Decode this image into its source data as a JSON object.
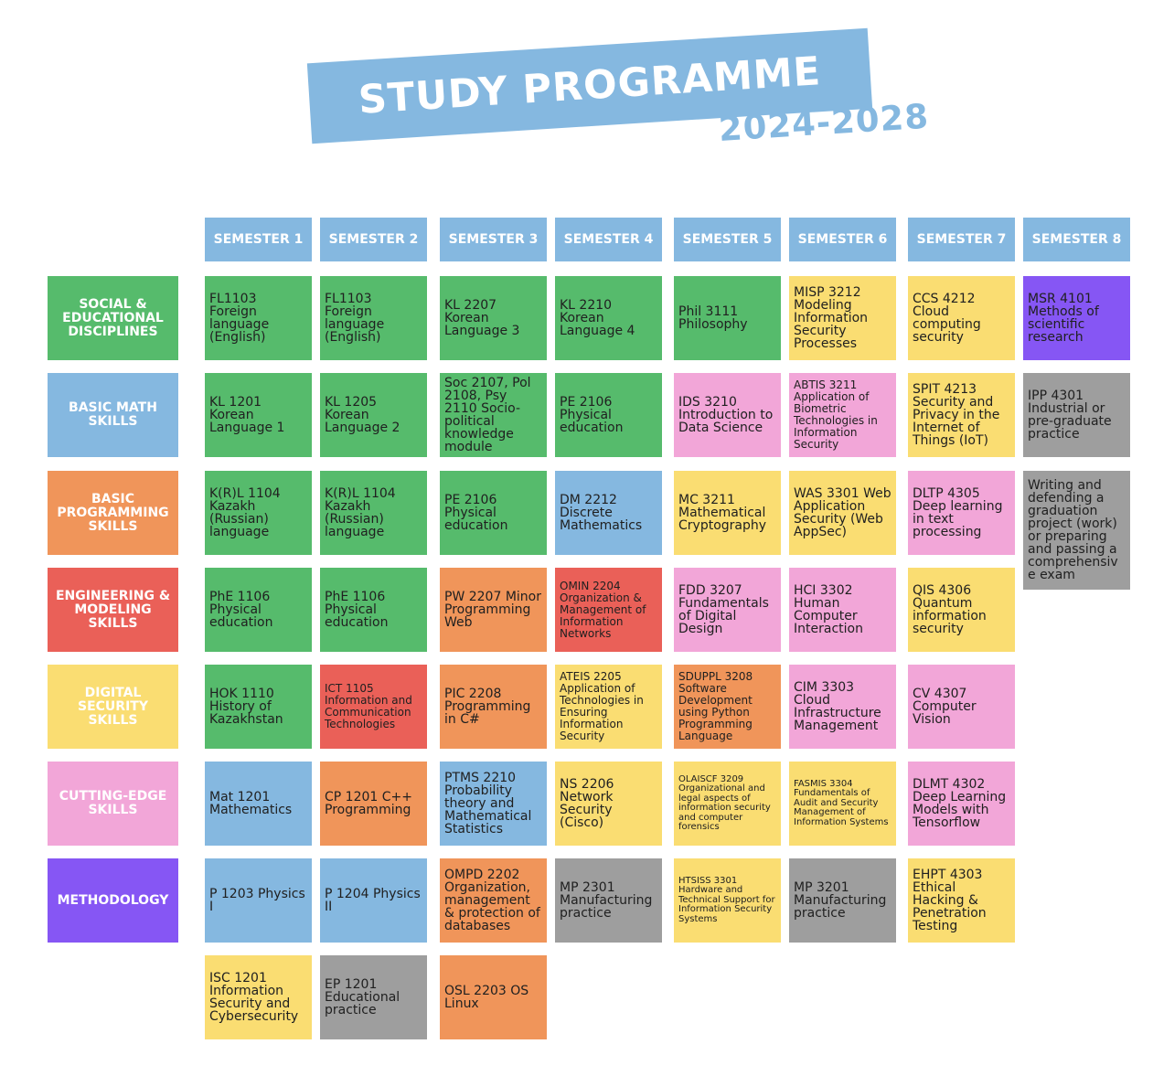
{
  "title": "STUDY PROGRAMME",
  "subtitle": "2024-2028",
  "colors": {
    "header_blue": "#85b8e0",
    "green": "#56bb6c",
    "blue": "#85b8e0",
    "orange": "#f0955a",
    "red": "#ea6058",
    "yellow": "#fadd72",
    "pink": "#f2a6d8",
    "purple": "#8656f4",
    "gray": "#9e9e9e"
  },
  "semesters": [
    "SEMESTER 1",
    "SEMESTER 2",
    "SEMESTER 3",
    "SEMESTER 4",
    "SEMESTER 5",
    "SEMESTER 6",
    "SEMESTER 7",
    "SEMESTER 8"
  ],
  "categories": [
    {
      "label": "SOCIAL & EDUCATIONAL DISCIPLINES",
      "color": "green"
    },
    {
      "label": "BASIC MATH SKILLS",
      "color": "blue"
    },
    {
      "label": "BASIC PROGRAMMING SKILLS",
      "color": "orange"
    },
    {
      "label": "ENGINEERING & MODELING SKILLS",
      "color": "red"
    },
    {
      "label": "DIGITAL SECURITY SKILLS",
      "color": "yellow"
    },
    {
      "label": "CUTTING-EDGE SKILLS",
      "color": "pink"
    },
    {
      "label": "METHODOLOGY",
      "color": "purple"
    }
  ],
  "courses": [
    {
      "sem": 1,
      "row": 1,
      "text": "FL1103 Foreign language (English)",
      "color": "green",
      "size": "l"
    },
    {
      "sem": 1,
      "row": 2,
      "text": "KL 1201 Korean Language 1",
      "color": "green",
      "size": "l"
    },
    {
      "sem": 1,
      "row": 3,
      "text": "K(R)L 1104 Kazakh (Russian) language",
      "color": "green",
      "size": "l"
    },
    {
      "sem": 1,
      "row": 4,
      "text": "PhE 1106 Physical education",
      "color": "green",
      "size": "l"
    },
    {
      "sem": 1,
      "row": 5,
      "text": "HOK 1110 History of Kazakhstan",
      "color": "green",
      "size": "l"
    },
    {
      "sem": 1,
      "row": 6,
      "text": "Mat 1201 Mathematics",
      "color": "blue",
      "size": "l"
    },
    {
      "sem": 1,
      "row": 7,
      "text": "P 1203 Physics I",
      "color": "blue",
      "size": "l"
    },
    {
      "sem": 1,
      "row": 8,
      "text": "ISC 1201 Information Security and Cybersecurity",
      "color": "yellow",
      "size": "l"
    },
    {
      "sem": 2,
      "row": 1,
      "text": "FL1103 Foreign language (English)",
      "color": "green",
      "size": "l"
    },
    {
      "sem": 2,
      "row": 2,
      "text": "KL 1205 Korean Language 2",
      "color": "green",
      "size": "l"
    },
    {
      "sem": 2,
      "row": 3,
      "text": "K(R)L 1104 Kazakh (Russian) language",
      "color": "green",
      "size": "l"
    },
    {
      "sem": 2,
      "row": 4,
      "text": "PhE 1106 Physical education",
      "color": "green",
      "size": "l"
    },
    {
      "sem": 2,
      "row": 5,
      "text": "ICT 1105 Information and Communication Technologies",
      "color": "red",
      "size": "m"
    },
    {
      "sem": 2,
      "row": 6,
      "text": "CP 1201 C++ Programming",
      "color": "orange",
      "size": "l"
    },
    {
      "sem": 2,
      "row": 7,
      "text": "P 1204 Physics II",
      "color": "blue",
      "size": "l"
    },
    {
      "sem": 2,
      "row": 8,
      "text": "EP 1201 Educational practice",
      "color": "gray",
      "size": "l"
    },
    {
      "sem": 3,
      "row": 1,
      "text": "KL 2207 Korean Language 3",
      "color": "green",
      "size": "l"
    },
    {
      "sem": 3,
      "row": 2,
      "text": "Soc 2107, Pol 2108, Psy 2110 Socio-political knowledge module",
      "color": "green",
      "size": "l"
    },
    {
      "sem": 3,
      "row": 3,
      "text": "PE 2106 Physical education",
      "color": "green",
      "size": "l"
    },
    {
      "sem": 3,
      "row": 4,
      "text": "PW 2207 Minor Programming Web",
      "color": "orange",
      "size": "l"
    },
    {
      "sem": 3,
      "row": 5,
      "text": "PIC 2208 Programming in C#",
      "color": "orange",
      "size": "l"
    },
    {
      "sem": 3,
      "row": 6,
      "text": "PTMS 2210 Probability theory and Mathematical Statistics",
      "color": "blue",
      "size": "l"
    },
    {
      "sem": 3,
      "row": 7,
      "text": "OMPD 2202 Organization, management & protection of databases",
      "color": "orange",
      "size": "l"
    },
    {
      "sem": 3,
      "row": 8,
      "text": "OSL 2203 OS Linux",
      "color": "orange",
      "size": "l"
    },
    {
      "sem": 4,
      "row": 1,
      "text": "KL 2210 Korean Language 4",
      "color": "green",
      "size": "l"
    },
    {
      "sem": 4,
      "row": 2,
      "text": "PE 2106 Physical education",
      "color": "green",
      "size": "l"
    },
    {
      "sem": 4,
      "row": 3,
      "text": "DM 2212 Discrete Mathematics",
      "color": "blue",
      "size": "l"
    },
    {
      "sem": 4,
      "row": 4,
      "text": "OMIN 2204 Organization & Management of Information Networks",
      "color": "red",
      "size": "m"
    },
    {
      "sem": 4,
      "row": 5,
      "text": "ATEIS 2205 Application of Technologies in Ensuring Information Security",
      "color": "yellow",
      "size": "m"
    },
    {
      "sem": 4,
      "row": 6,
      "text": "NS 2206 Network Security (Cisco)",
      "color": "yellow",
      "size": "l"
    },
    {
      "sem": 4,
      "row": 7,
      "text": "MP 2301 Manufacturing practice",
      "color": "gray",
      "size": "l"
    },
    {
      "sem": 5,
      "row": 1,
      "text": "Phil 3111 Philosophy",
      "color": "green",
      "size": "l"
    },
    {
      "sem": 5,
      "row": 2,
      "text": "IDS 3210 Introduction to Data Science",
      "color": "pink",
      "size": "l"
    },
    {
      "sem": 5,
      "row": 3,
      "text": "MC 3211 Mathematical Cryptography",
      "color": "yellow",
      "size": "l"
    },
    {
      "sem": 5,
      "row": 4,
      "text": "FDD 3207 Fundamentals of Digital Design",
      "color": "pink",
      "size": "l"
    },
    {
      "sem": 5,
      "row": 5,
      "text": "SDUPPL 3208 Software Development using Python Programming Language",
      "color": "orange",
      "size": "m"
    },
    {
      "sem": 5,
      "row": 6,
      "text": "OLAISCF 3209 Organizational and legal aspects of information security and computer forensics",
      "color": "yellow",
      "size": "s"
    },
    {
      "sem": 5,
      "row": 7,
      "text": "HTSISS 3301 Hardware and Technical Support for Information Security Systems",
      "color": "yellow",
      "size": "s"
    },
    {
      "sem": 6,
      "row": 1,
      "text": "MISP 3212 Modeling Information Security Processes",
      "color": "yellow",
      "size": "l"
    },
    {
      "sem": 6,
      "row": 2,
      "text": "ABTIS 3211 Application of Biometric Technologies in Information Security",
      "color": "pink",
      "size": "m"
    },
    {
      "sem": 6,
      "row": 3,
      "text": "WAS 3301 Web Application Security (Web AppSec)",
      "color": "yellow",
      "size": "l"
    },
    {
      "sem": 6,
      "row": 4,
      "text": "HCI 3302 Human Computer Interaction",
      "color": "pink",
      "size": "l"
    },
    {
      "sem": 6,
      "row": 5,
      "text": "CIM 3303 Cloud Infrastructure Management",
      "color": "pink",
      "size": "l"
    },
    {
      "sem": 6,
      "row": 6,
      "text": "FASMIS 3304 Fundamentals of Audit and Security Management of Information Systems",
      "color": "yellow",
      "size": "s"
    },
    {
      "sem": 6,
      "row": 7,
      "text": "MP 3201 Manufacturing practice",
      "color": "gray",
      "size": "l"
    },
    {
      "sem": 7,
      "row": 1,
      "text": "CCS 4212 Cloud computing security",
      "color": "yellow",
      "size": "l"
    },
    {
      "sem": 7,
      "row": 2,
      "text": "SPIT 4213 Security and Privacy in the Internet of Things (IoT)",
      "color": "yellow",
      "size": "l"
    },
    {
      "sem": 7,
      "row": 3,
      "text": "DLTP 4305 Deep learning in text processing",
      "color": "pink",
      "size": "l"
    },
    {
      "sem": 7,
      "row": 4,
      "text": "QIS 4306 Quantum information security",
      "color": "yellow",
      "size": "l"
    },
    {
      "sem": 7,
      "row": 5,
      "text": "CV 4307 Computer Vision",
      "color": "pink",
      "size": "l"
    },
    {
      "sem": 7,
      "row": 6,
      "text": "DLMT 4302 Deep Learning Models with Tensorflow",
      "color": "pink",
      "size": "l"
    },
    {
      "sem": 7,
      "row": 7,
      "text": "EHPT 4303 Ethical Hacking & Penetration Testing",
      "color": "yellow",
      "size": "l"
    },
    {
      "sem": 8,
      "row": 1,
      "text": "MSR 4101 Methods of scientific research",
      "color": "purple",
      "size": "l"
    },
    {
      "sem": 8,
      "row": 2,
      "text": "IPP 4301 Industrial or pre-graduate practice",
      "color": "gray",
      "size": "l"
    },
    {
      "sem": 8,
      "row": 3,
      "text": "Writing and defending a graduation project (work) or preparing and passing a comprehensive exam",
      "color": "gray",
      "size": "l",
      "span": 2
    }
  ]
}
